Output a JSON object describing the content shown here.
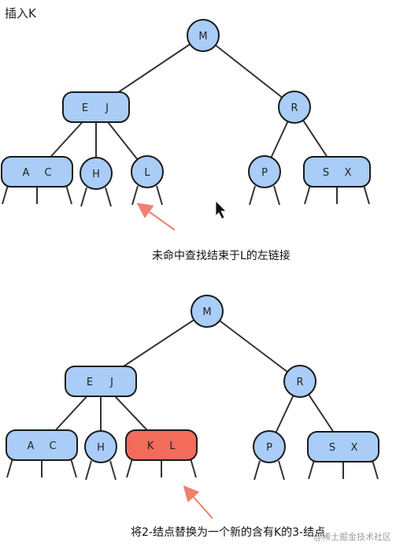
{
  "title": "插入K",
  "captions": {
    "top": "未命中查找结束于L的左链接",
    "bottom": "将2-结点替换为一个新的含有K的3-结点"
  },
  "watermark": "@稀土掘金技术社区",
  "colors": {
    "node_fill": "#a9cdf7",
    "node_highlight": "#f26b5b",
    "node_stroke": "#1a1a1a",
    "edge": "#333333",
    "arrow": "#f08070"
  },
  "trees": [
    {
      "name": "before",
      "nodes": [
        {
          "id": "M",
          "keys": [
            "M"
          ]
        },
        {
          "id": "EJ",
          "keys": [
            "E",
            "J"
          ]
        },
        {
          "id": "R",
          "keys": [
            "R"
          ]
        },
        {
          "id": "AC",
          "keys": [
            "A",
            "C"
          ]
        },
        {
          "id": "H",
          "keys": [
            "H"
          ]
        },
        {
          "id": "L",
          "keys": [
            "L"
          ]
        },
        {
          "id": "P",
          "keys": [
            "P"
          ]
        },
        {
          "id": "SX",
          "keys": [
            "S",
            "X"
          ]
        }
      ]
    },
    {
      "name": "after",
      "nodes": [
        {
          "id": "M",
          "keys": [
            "M"
          ]
        },
        {
          "id": "EJ",
          "keys": [
            "E",
            "J"
          ]
        },
        {
          "id": "R",
          "keys": [
            "R"
          ]
        },
        {
          "id": "AC",
          "keys": [
            "A",
            "C"
          ]
        },
        {
          "id": "H",
          "keys": [
            "H"
          ]
        },
        {
          "id": "KL",
          "keys": [
            "K",
            "L"
          ],
          "highlight": true
        },
        {
          "id": "P",
          "keys": [
            "P"
          ]
        },
        {
          "id": "SX",
          "keys": [
            "S",
            "X"
          ]
        }
      ]
    }
  ]
}
